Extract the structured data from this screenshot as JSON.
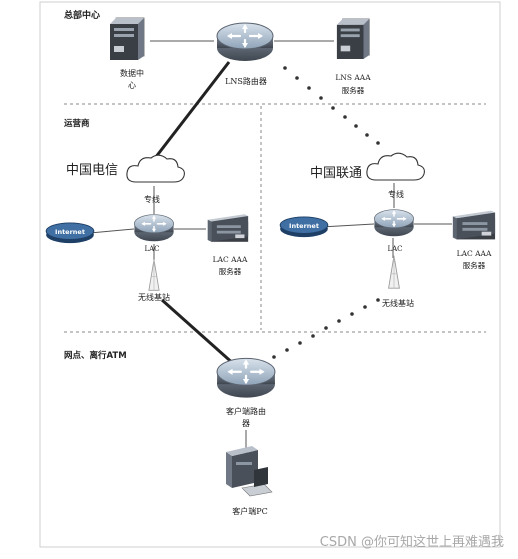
{
  "zones": {
    "hq": "总部中心",
    "operator": "运营商",
    "branch": "网点、离行ATM"
  },
  "carriers": {
    "telecom": "中国电信",
    "unicom": "中国联通"
  },
  "nodes": {
    "datacenter": [
      "数据中",
      "心"
    ],
    "lns_router": "LNS路由器",
    "lns_aaa": [
      "LNS AAA",
      "服务器"
    ],
    "private_line_left": "专线",
    "private_line_right": "专线",
    "internet_left": "Internet",
    "internet_right": "Internet",
    "lac_left": "LAC",
    "lac_right": "LAC",
    "lac_aaa_left": [
      "LAC AAA",
      "服务器"
    ],
    "lac_aaa_right": [
      "LAC AAA",
      "服务器"
    ],
    "base_station_left": "无线基站",
    "base_station_right": "无线基站",
    "customer_router": [
      "客户端路由",
      "器"
    ],
    "customer_pc": "客户端PC"
  },
  "watermark": "CSDN @你可知这世上再难遇我",
  "colors": {
    "line": "#222222",
    "dots": "#333333",
    "divider": "#888888",
    "router_ring": "#5b6470",
    "router_top": "#a9b9c9",
    "server_dark": "#3a3e45",
    "cloud_stroke": "#333333"
  }
}
